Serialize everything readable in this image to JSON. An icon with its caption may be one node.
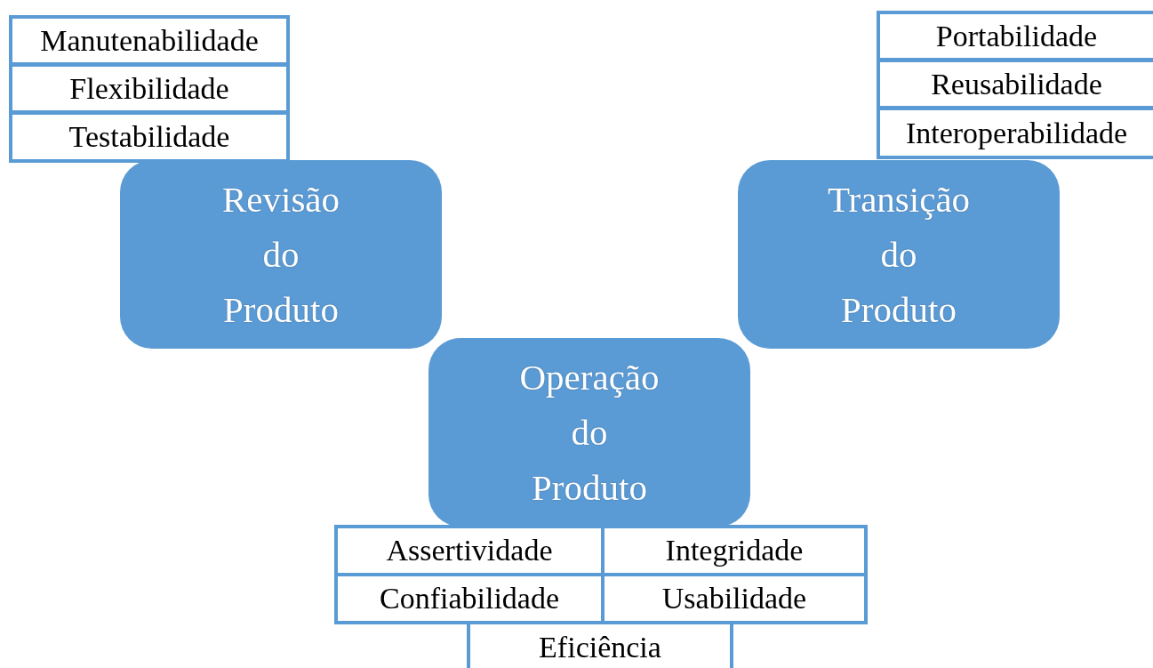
{
  "diagram": {
    "nodes": [
      {
        "text": [
          "Manutenabilidade"
        ]
      },
      {
        "text": [
          "Flexibilidade"
        ]
      },
      {
        "text": [
          "Testabilidade"
        ]
      },
      {
        "text": [
          "Portabilidade"
        ]
      },
      {
        "text": [
          "Reusabilidade"
        ]
      },
      {
        "text": [
          "Interoperabilidade"
        ]
      },
      {
        "text": [
          "Revisão do Produto"
        ]
      },
      {
        "text": [
          "Transição do Produto"
        ]
      },
      {
        "text": [
          "Operação do Produto"
        ]
      },
      {
        "text": [
          "Assertividade"
        ]
      },
      {
        "text": [
          "Integridade"
        ]
      },
      {
        "text": [
          "Confiabilidade"
        ]
      },
      {
        "text": [
          "Usabilidade"
        ]
      },
      {
        "text": [
          "Eficiência"
        ]
      }
    ]
  }
}
